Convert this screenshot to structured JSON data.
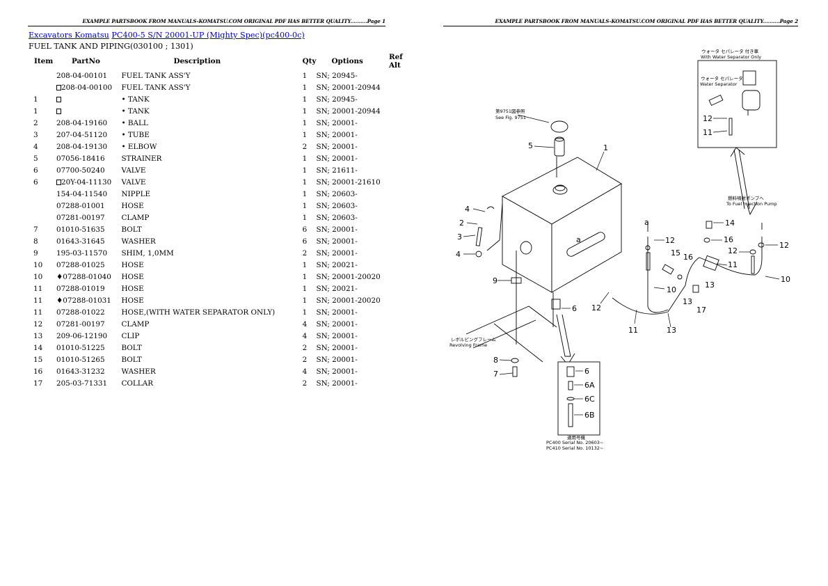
{
  "pages": {
    "left": {
      "header": "EXAMPLE PARTSBOOK FROM MANUALS-KOMATSU.COM ORIGINAL PDF HAS BETTER QUALITY..........Page 1"
    },
    "right": {
      "header": "EXAMPLE PARTSBOOK FROM MANUALS-KOMATSU.COM ORIGINAL PDF HAS BETTER QUALITY..........Page 2"
    }
  },
  "breadcrumb": {
    "category_link": "Excavators Komatsu",
    "model_link": "PC400-5 S/N 20001-UP (Mighty Spec)(pc400-0c)"
  },
  "section_title": "FUEL TANK AND PIPING(030100 ; 1301)",
  "table": {
    "headers": {
      "item": "Item",
      "part_no": "PartNo",
      "description": "Description",
      "qty": "Qty",
      "options": "Options",
      "ref_alt": "Ref Alt"
    },
    "rows": [
      {
        "item": "",
        "box": false,
        "mark": "",
        "part_no": "208-04-00101",
        "description": "FUEL TANK ASS'Y",
        "qty": "1",
        "options": "SN; 20945-"
      },
      {
        "item": "",
        "box": true,
        "mark": "",
        "part_no": "208-04-00100",
        "description": "FUEL TANK ASS'Y",
        "qty": "1",
        "options": "SN; 20001-20944"
      },
      {
        "item": "1",
        "box": true,
        "mark": "",
        "part_no": "",
        "description": "• TANK",
        "qty": "1",
        "options": "SN; 20945-"
      },
      {
        "item": "1",
        "box": true,
        "mark": "",
        "part_no": "",
        "description": "• TANK",
        "qty": "1",
        "options": "SN; 20001-20944"
      },
      {
        "item": "2",
        "box": false,
        "mark": "",
        "part_no": "208-04-19160",
        "description": "• BALL",
        "qty": "1",
        "options": "SN; 20001-"
      },
      {
        "item": "3",
        "box": false,
        "mark": "",
        "part_no": "207-04-51120",
        "description": "• TUBE",
        "qty": "1",
        "options": "SN; 20001-"
      },
      {
        "item": "4",
        "box": false,
        "mark": "",
        "part_no": "208-04-19130",
        "description": "• ELBOW",
        "qty": "2",
        "options": "SN; 20001-"
      },
      {
        "item": "5",
        "box": false,
        "mark": "",
        "part_no": "07056-18416",
        "description": "STRAINER",
        "qty": "1",
        "options": "SN; 20001-"
      },
      {
        "item": "6",
        "box": false,
        "mark": "",
        "part_no": "07700-50240",
        "description": "VALVE",
        "qty": "1",
        "options": "SN; 21611-"
      },
      {
        "item": "6",
        "box": true,
        "mark": "",
        "part_no": "20Y-04-11130",
        "description": "VALVE",
        "qty": "1",
        "options": "SN; 20001-21610"
      },
      {
        "item": "",
        "box": false,
        "mark": "",
        "part_no": "154-04-11540",
        "description": "NIPPLE",
        "qty": "1",
        "options": "SN; 20603-"
      },
      {
        "item": "",
        "box": false,
        "mark": "",
        "part_no": "07288-01001",
        "description": "HOSE",
        "qty": "1",
        "options": "SN; 20603-"
      },
      {
        "item": "",
        "box": false,
        "mark": "",
        "part_no": "07281-00197",
        "description": "CLAMP",
        "qty": "1",
        "options": "SN; 20603-"
      },
      {
        "item": "7",
        "box": false,
        "mark": "",
        "part_no": "01010-51635",
        "description": "BOLT",
        "qty": "6",
        "options": "SN; 20001-"
      },
      {
        "item": "8",
        "box": false,
        "mark": "",
        "part_no": "01643-31645",
        "description": "WASHER",
        "qty": "6",
        "options": "SN; 20001-"
      },
      {
        "item": "9",
        "box": false,
        "mark": "",
        "part_no": "195-03-11570",
        "description": "SHIM, 1,0MM",
        "qty": "2",
        "options": "SN; 20001-"
      },
      {
        "item": "10",
        "box": false,
        "mark": "",
        "part_no": "07288-01025",
        "description": "HOSE",
        "qty": "1",
        "options": "SN; 20021-"
      },
      {
        "item": "10",
        "box": false,
        "mark": "♦",
        "part_no": "07288-01040",
        "description": "HOSE",
        "qty": "1",
        "options": "SN; 20001-20020"
      },
      {
        "item": "11",
        "box": false,
        "mark": "",
        "part_no": "07288-01019",
        "description": "HOSE",
        "qty": "1",
        "options": "SN; 20021-"
      },
      {
        "item": "11",
        "box": false,
        "mark": "♦",
        "part_no": "07288-01031",
        "description": "HOSE",
        "qty": "1",
        "options": "SN; 20001-20020"
      },
      {
        "item": "11",
        "box": false,
        "mark": "",
        "part_no": "07288-01022",
        "description": "HOSE,(WITH WATER SEPARATOR ONLY)",
        "qty": "1",
        "options": "SN; 20001-"
      },
      {
        "item": "12",
        "box": false,
        "mark": "",
        "part_no": "07281-00197",
        "description": "CLAMP",
        "qty": "4",
        "options": "SN; 20001-"
      },
      {
        "item": "13",
        "box": false,
        "mark": "",
        "part_no": "209-06-12190",
        "description": "CLIP",
        "qty": "4",
        "options": "SN; 20001-"
      },
      {
        "item": "14",
        "box": false,
        "mark": "",
        "part_no": "01010-51225",
        "description": "BOLT",
        "qty": "2",
        "options": "SN; 20001-"
      },
      {
        "item": "15",
        "box": false,
        "mark": "",
        "part_no": "01010-51265",
        "description": "BOLT",
        "qty": "2",
        "options": "SN; 20001-"
      },
      {
        "item": "16",
        "box": false,
        "mark": "",
        "part_no": "01643-31232",
        "description": "WASHER",
        "qty": "4",
        "options": "SN; 20001-"
      },
      {
        "item": "17",
        "box": false,
        "mark": "",
        "part_no": "205-03-71331",
        "description": "COLLAR",
        "qty": "2",
        "options": "SN; 20001-"
      }
    ]
  },
  "diagram": {
    "callouts": [
      "1",
      "2",
      "3",
      "4",
      "4",
      "5",
      "6",
      "7",
      "8",
      "9",
      "10",
      "10",
      "11",
      "11",
      "12",
      "12",
      "12",
      "12",
      "12",
      "13",
      "13",
      "13",
      "14",
      "15",
      "16",
      "16",
      "17",
      "a",
      "a"
    ],
    "notes": {
      "see_fig_jp": "第9751図参照",
      "see_fig": "See Fig. 9751",
      "water_sep_only_jp": "ウォータ セパレータ 付き車",
      "water_sep_only": "With Water Separator Only",
      "water_sep_jp": "ウォータ セパレータ",
      "water_sep": "Water Separator",
      "to_pump_jp": "燃料噴射ポンプへ",
      "to_pump": "To Fuel Injection Pump",
      "frame_jp": "レボルビングフレーム",
      "frame": "Revolving Frame",
      "applicable_jp": "適用号機",
      "serial_1": "PC400 Serial No. 20603~",
      "serial_2": "PC410 Serial No. 10132~"
    },
    "detail_callouts": [
      "6",
      "6A",
      "6C",
      "6B"
    ]
  }
}
